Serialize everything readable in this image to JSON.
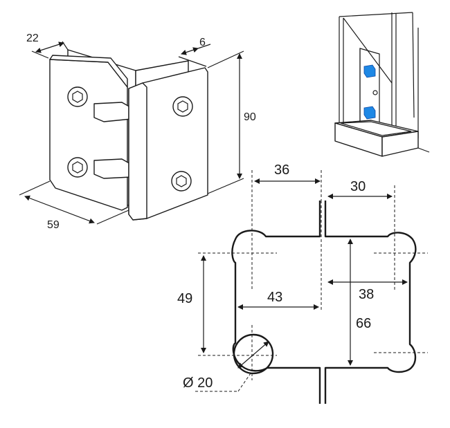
{
  "hinge_view": {
    "dimensions": {
      "depth": "22",
      "thickness": "6",
      "height": "90",
      "width": "59"
    }
  },
  "profile_view": {
    "dimensions": {
      "top_left": "36",
      "top_right": "30",
      "height_left": "49",
      "width_left": "43",
      "width_right": "38",
      "height_right": "66",
      "hole_diameter": "Ø 20"
    }
  },
  "colors": {
    "line": "#1a1a1a",
    "accent": "#1e88e5"
  },
  "icons": {
    "shower": "shower-enclosure-icon",
    "hinge": "hinge-icon"
  }
}
